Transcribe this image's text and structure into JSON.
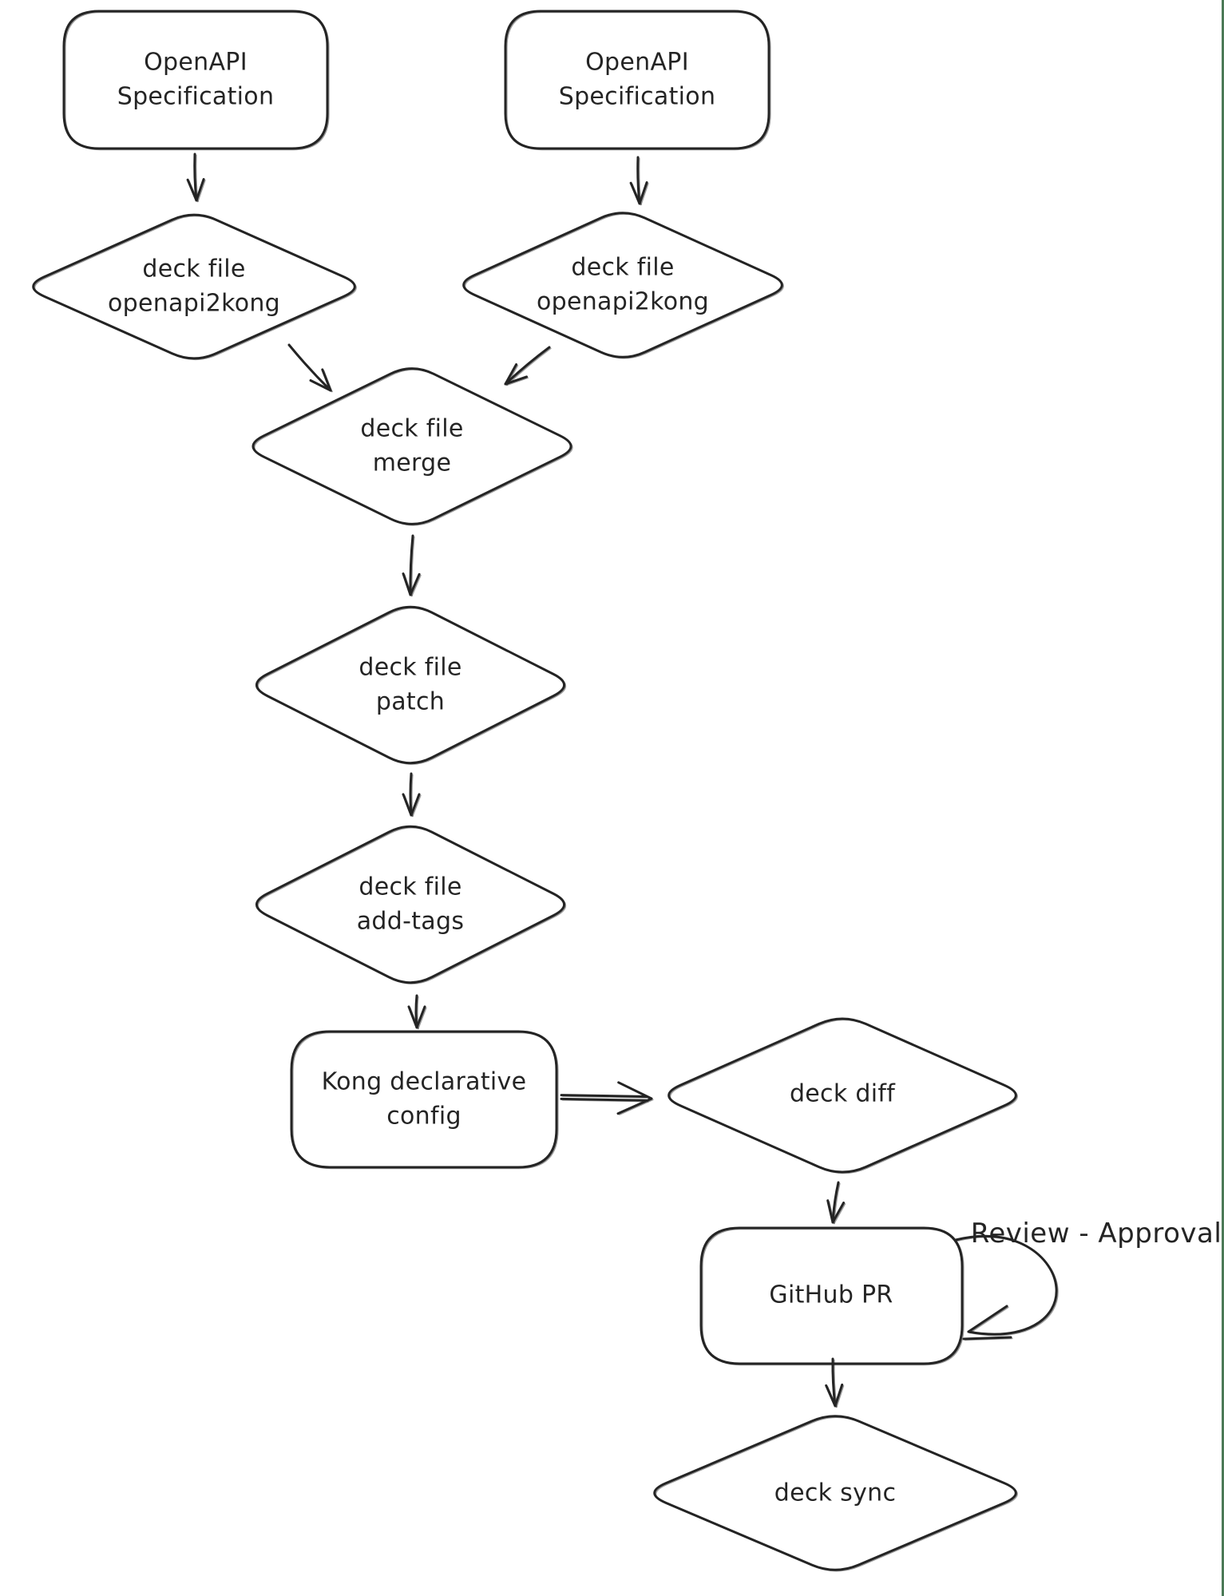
{
  "diagram": {
    "nodes": {
      "spec_left": {
        "label": "OpenAPI\nSpecification",
        "shape": "rounded-rectangle"
      },
      "spec_right": {
        "label": "OpenAPI\nSpecification",
        "shape": "rounded-rectangle"
      },
      "o2k_left": {
        "label": "deck file\nopenapi2kong",
        "shape": "diamond"
      },
      "o2k_right": {
        "label": "deck file\nopenapi2kong",
        "shape": "diamond"
      },
      "merge": {
        "label": "deck file\nmerge",
        "shape": "diamond"
      },
      "patch": {
        "label": "deck file\npatch",
        "shape": "diamond"
      },
      "add_tags": {
        "label": "deck file\nadd-tags",
        "shape": "diamond"
      },
      "kong_config": {
        "label": "Kong declarative\nconfig",
        "shape": "rounded-rectangle"
      },
      "deck_diff": {
        "label": "deck diff",
        "shape": "diamond"
      },
      "github_pr": {
        "label": "GitHub PR",
        "shape": "rounded-rectangle"
      },
      "deck_sync": {
        "label": "deck sync",
        "shape": "diamond"
      }
    },
    "annotations": {
      "review_approval": "Review - Approval"
    },
    "colors": {
      "stroke": "#242424",
      "background": "#ffffff",
      "page_edge": "#4b7a57"
    }
  }
}
